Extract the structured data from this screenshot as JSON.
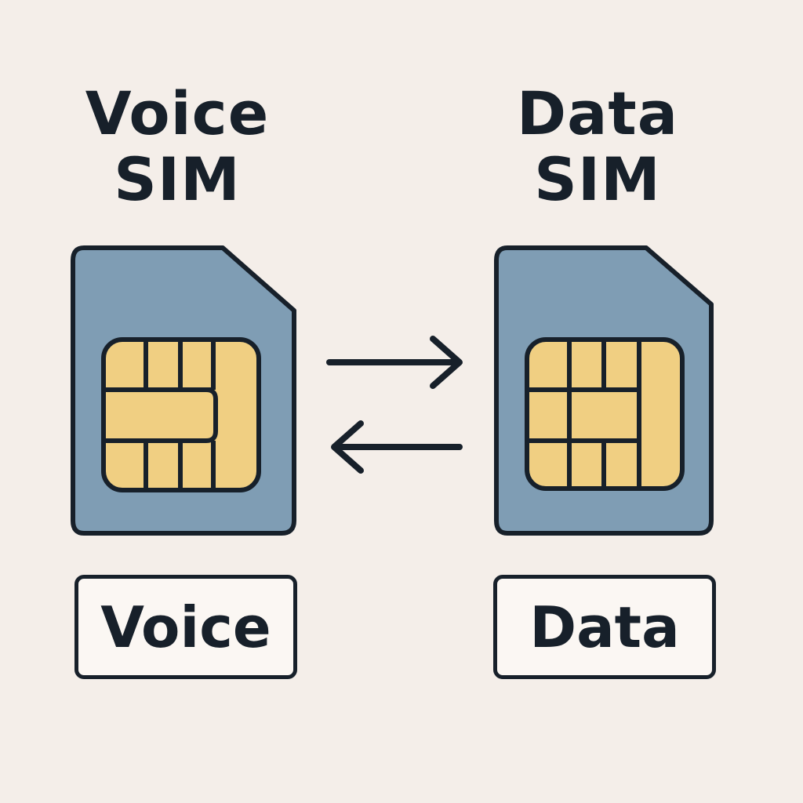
{
  "left": {
    "title_line1": "Voice",
    "title_line2": "SIM",
    "label": "Voice"
  },
  "right": {
    "title_line1": "Data",
    "title_line2": "SIM",
    "label": "Data"
  },
  "colors": {
    "background": "#f4eee9",
    "sim_card": "#7f9db4",
    "chip": "#f0cf82",
    "outline": "#17202a"
  },
  "icons": {
    "left_card": "sim-card-icon",
    "right_card": "sim-card-icon",
    "swap": "swap-arrows-icon"
  }
}
